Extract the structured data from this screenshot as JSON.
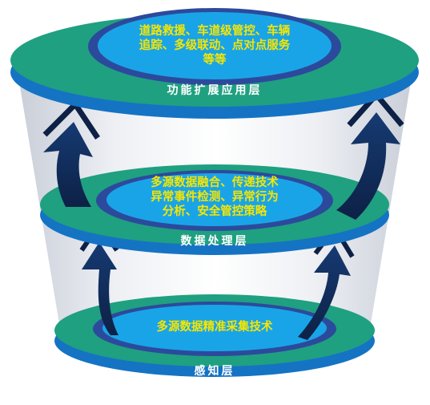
{
  "layers": [
    {
      "id": "application",
      "label": "功能扩展应用层",
      "lines": [
        "道路救援、车道级管控、车辆",
        "追踪、多级联动、点对点服务",
        "等等"
      ]
    },
    {
      "id": "processing",
      "label": "数据处理层",
      "lines": [
        "多源数据融合、传递技术",
        "异常事件检测、异常行为",
        "分析、安全管控策略"
      ]
    },
    {
      "id": "perception",
      "label": "感知层",
      "lines": [
        "多源数据精准采集技术"
      ]
    }
  ],
  "colors": {
    "band_teal": "#1fa081",
    "band_blue": "#1573c4",
    "ring_dark": "#2c4a9c",
    "inner_cyan": "#1aa4e8",
    "inner_text": "#f5e600",
    "label_text": "#ffffff",
    "arrow_dark": "#112a55",
    "funnel_gray": "#e6eaf0"
  }
}
